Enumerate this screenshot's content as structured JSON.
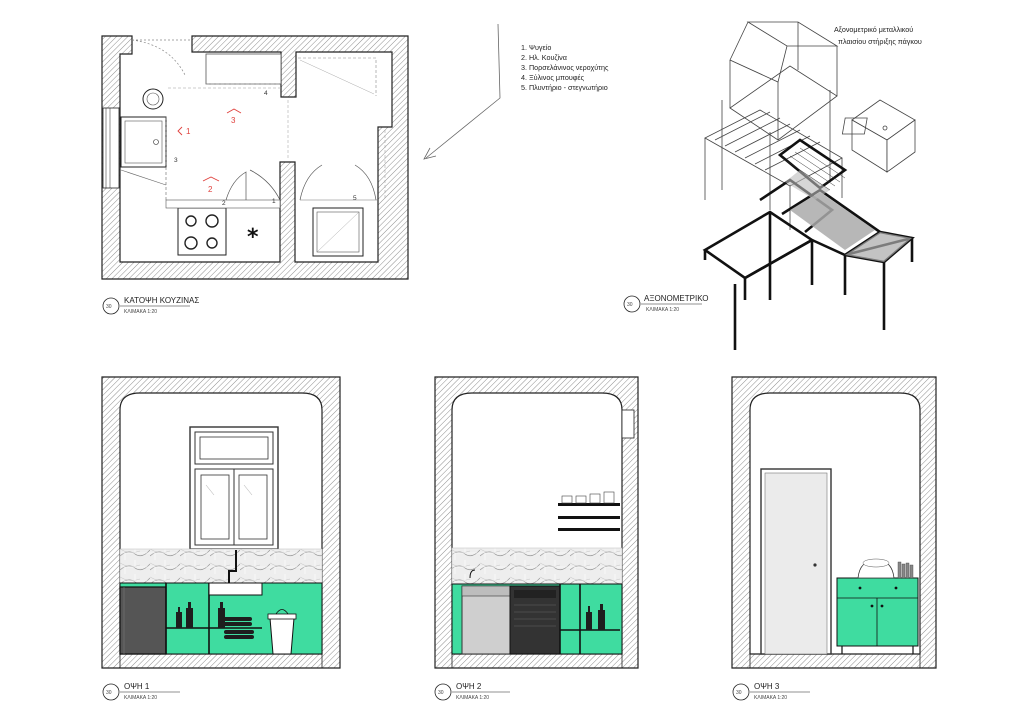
{
  "legend": {
    "items": [
      "1. Ψυγείο",
      "2. Ηλ. Κουζίνα",
      "3. Πορσελάνινος νεροχύτης",
      "4. Ξύλινος μπουφές",
      "5. Πλυντήριο - στεγνωτήριο"
    ]
  },
  "axonometric_note": {
    "line1": "Αξονομετρικό μεταλλικού",
    "line2": "πλαισίου στήριξης πάγκου"
  },
  "plan": {
    "labels": [
      "1",
      "2",
      "3",
      "4",
      "5"
    ],
    "red_marks": [
      "1",
      "2",
      "3"
    ],
    "asterisk": "*"
  },
  "captions": {
    "plan": {
      "number": "30",
      "title": "ΚΑΤΟΨΗ ΚΟΥΖΙΝΑΣ",
      "scale": "ΚΛΙΜΑΚΑ 1:20"
    },
    "axon": {
      "number": "30",
      "title": "ΑΞΟΝΟΜΕΤΡΙΚΟ",
      "scale": "ΚΛΙΜΑΚΑ 1:20"
    },
    "elev1": {
      "number": "30",
      "title": "ΟΨΗ 1",
      "scale": "ΚΛΙΜΑΚΑ 1:20"
    },
    "elev2": {
      "number": "30",
      "title": "ΟΨΗ 2",
      "scale": "ΚΛΙΜΑΚΑ 1:20"
    },
    "elev3": {
      "number": "30",
      "title": "ΟΨΗ 3",
      "scale": "ΚΛΙΜΑΚΑ 1:20"
    }
  },
  "colors": {
    "cabinet": "#3fdca0",
    "wall_hatch": "#9a9a9a",
    "frame": "#222222",
    "red": "#e0403c"
  }
}
